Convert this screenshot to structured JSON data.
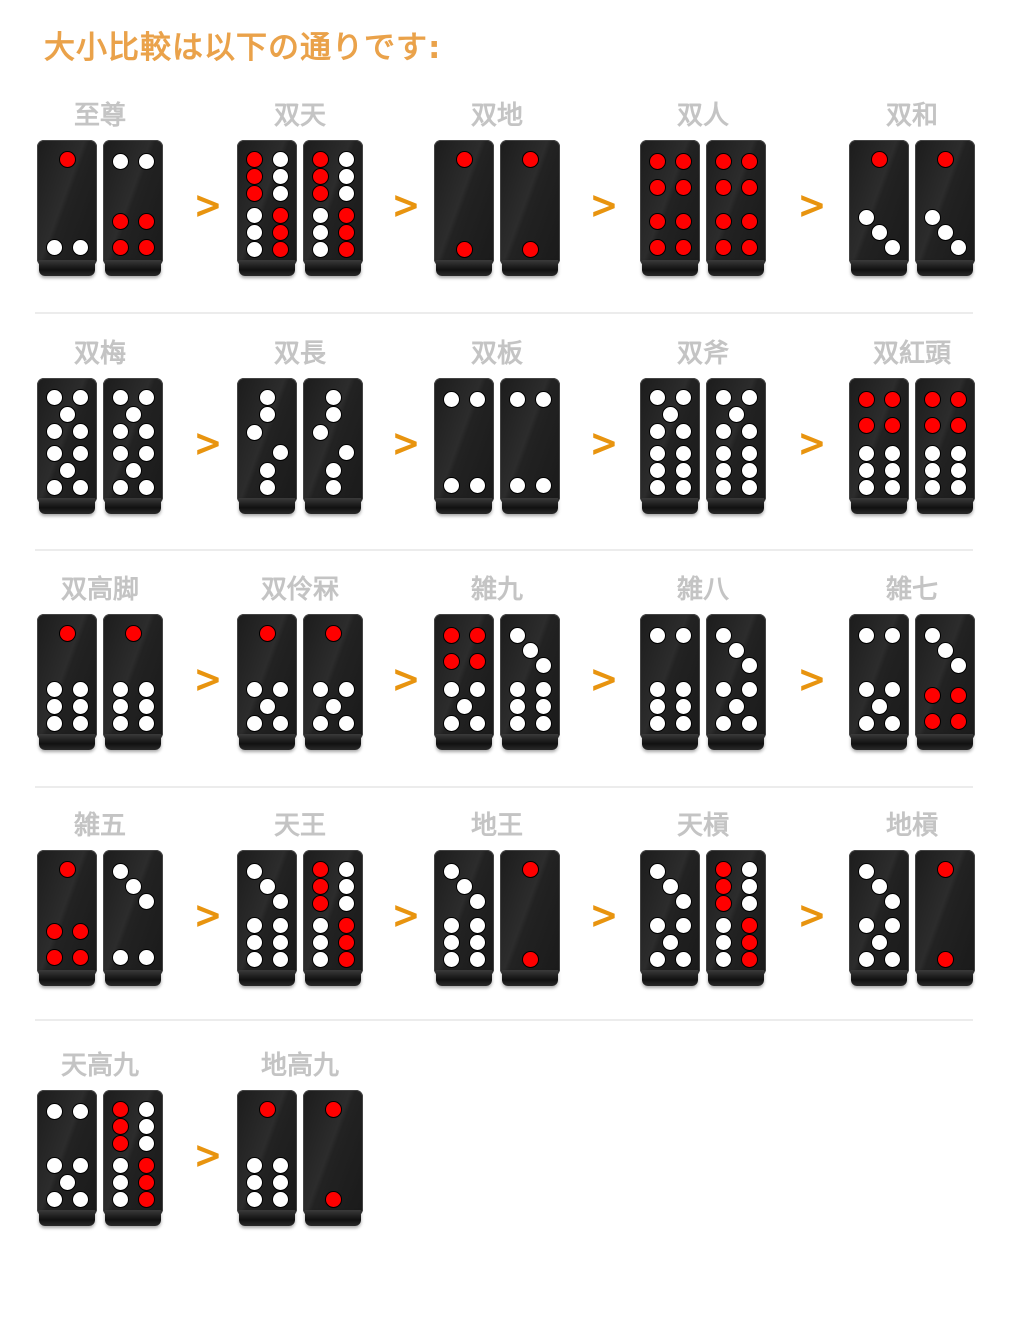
{
  "title": "大小比較は以下の通りです:",
  "comparator": ">",
  "colors": {
    "title": "#eaa24a",
    "label": "#c4c4c4",
    "arrow": "#e8940f",
    "red_pip": "#ff0000",
    "white_pip": "#ffffff"
  },
  "rows": [
    [
      {
        "label": "至尊",
        "tiles": [
          [
            1,
            2
          ],
          [
            2,
            4
          ]
        ]
      },
      {
        "label": "双天",
        "tiles": [
          [
            6,
            6
          ],
          [
            6,
            6
          ]
        ]
      },
      {
        "label": "双地",
        "tiles": [
          [
            1,
            1
          ],
          [
            1,
            1
          ]
        ]
      },
      {
        "label": "双人",
        "tiles": [
          [
            4,
            4
          ],
          [
            4,
            4
          ]
        ]
      },
      {
        "label": "双和",
        "tiles": [
          [
            1,
            3
          ],
          [
            1,
            3
          ]
        ]
      }
    ],
    [
      {
        "label": "双梅",
        "tiles": [
          [
            5,
            5
          ],
          [
            5,
            5
          ]
        ]
      },
      {
        "label": "双長",
        "tiles": [
          [
            3,
            3
          ],
          [
            3,
            3
          ]
        ]
      },
      {
        "label": "双板",
        "tiles": [
          [
            2,
            2
          ],
          [
            2,
            2
          ]
        ]
      },
      {
        "label": "双斧",
        "tiles": [
          [
            5,
            6
          ],
          [
            5,
            6
          ]
        ]
      },
      {
        "label": "双紅頭",
        "tiles": [
          [
            4,
            6
          ],
          [
            4,
            6
          ]
        ]
      }
    ],
    [
      {
        "label": "双高脚",
        "tiles": [
          [
            1,
            6
          ],
          [
            1,
            6
          ]
        ]
      },
      {
        "label": "双伶冧",
        "tiles": [
          [
            1,
            5
          ],
          [
            1,
            5
          ]
        ]
      },
      {
        "label": "雑九",
        "tiles": [
          [
            4,
            5
          ],
          [
            3,
            6
          ]
        ]
      },
      {
        "label": "雑八",
        "tiles": [
          [
            2,
            6
          ],
          [
            3,
            5
          ]
        ]
      },
      {
        "label": "雑七",
        "tiles": [
          [
            2,
            5
          ],
          [
            3,
            4
          ]
        ]
      }
    ],
    [
      {
        "label": "雑五",
        "tiles": [
          [
            1,
            4
          ],
          [
            3,
            2
          ]
        ]
      },
      {
        "label": "天王",
        "tiles": [
          [
            3,
            6
          ],
          [
            6,
            6
          ]
        ]
      },
      {
        "label": "地王",
        "tiles": [
          [
            3,
            6
          ],
          [
            1,
            1
          ]
        ]
      },
      {
        "label": "天槓",
        "tiles": [
          [
            3,
            5
          ],
          [
            6,
            6
          ]
        ]
      },
      {
        "label": "地槓",
        "tiles": [
          [
            3,
            5
          ],
          [
            1,
            1
          ]
        ]
      }
    ],
    [
      {
        "label": "天高九",
        "tiles": [
          [
            2,
            5
          ],
          [
            6,
            6
          ]
        ]
      },
      {
        "label": "地高九",
        "tiles": [
          [
            1,
            6
          ],
          [
            1,
            1
          ]
        ]
      }
    ]
  ]
}
